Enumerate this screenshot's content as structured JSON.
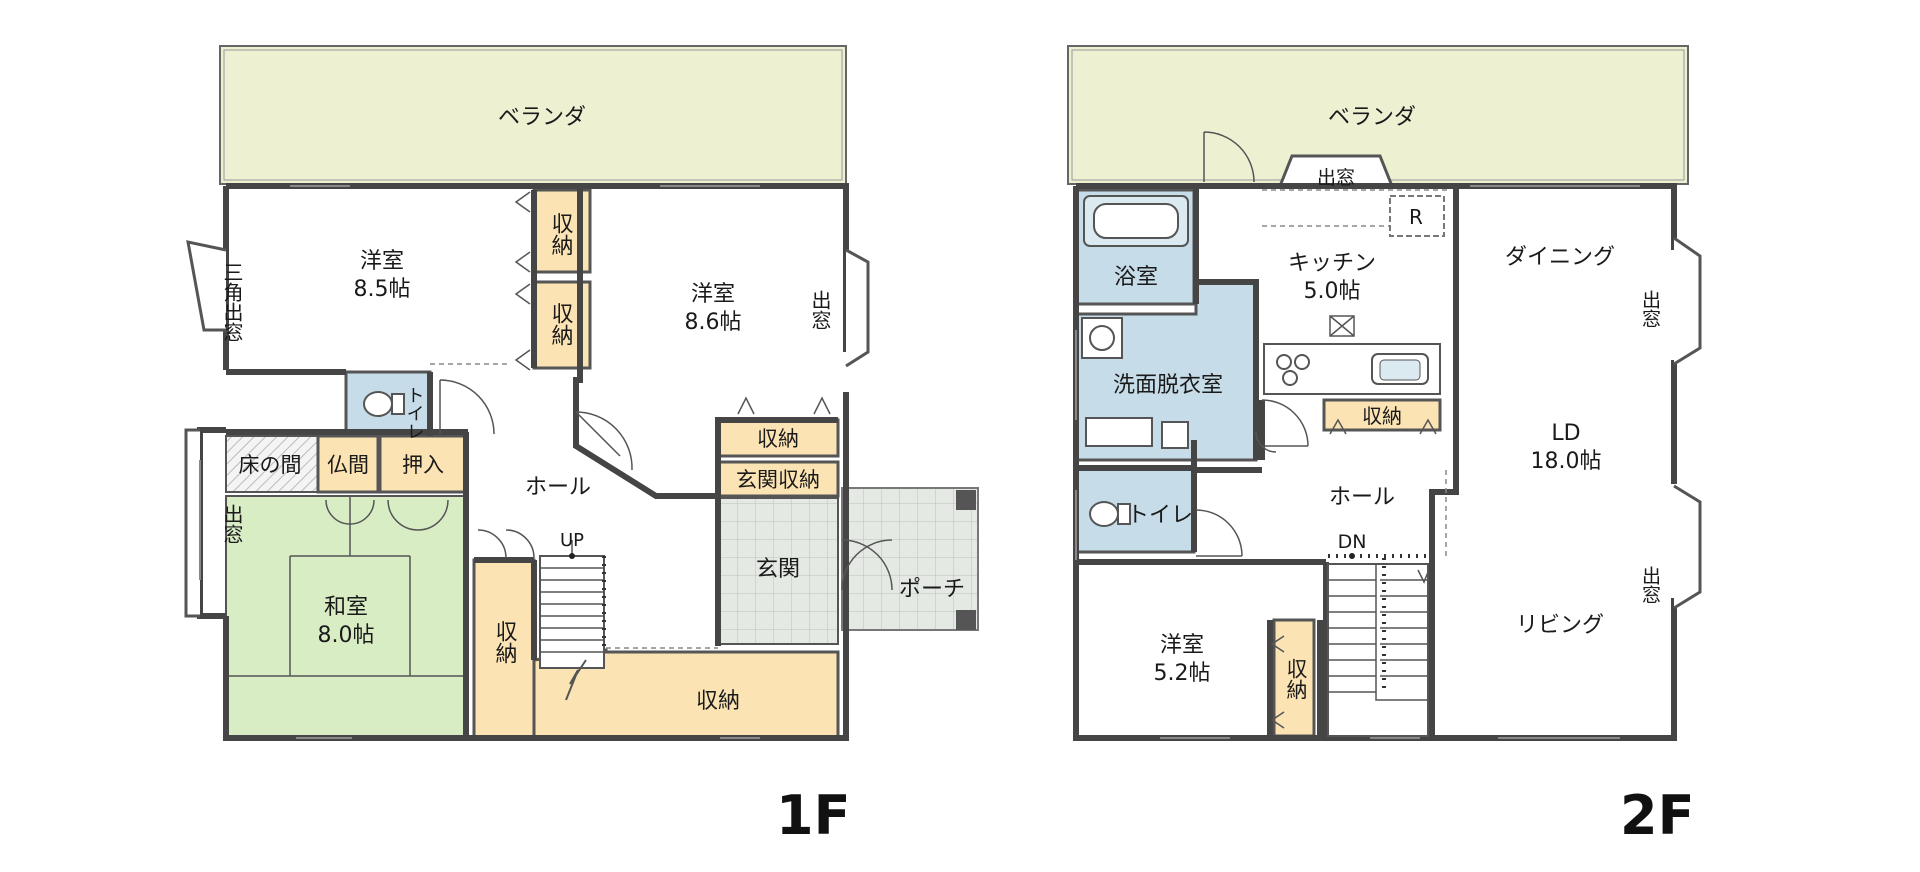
{
  "floor1": {
    "floor_label": "1F",
    "veranda": "ベランダ",
    "western_room_a": {
      "name": "洋室",
      "size": "8.5帖"
    },
    "western_room_b": {
      "name": "洋室",
      "size": "8.6帖"
    },
    "bay_window_triangle": "三角出窓",
    "bay_window_east": "出窓",
    "bay_window_west": "出窓",
    "storage_1": "収納",
    "storage_2": "収納",
    "storage_3": "収納",
    "storage_4": "収納",
    "storage_5": "収納",
    "entrance_storage": "玄関収納",
    "toilet": "トイレ",
    "tokonoma": "床の間",
    "butsuma": "仏間",
    "oshiire": "押入",
    "hall": "ホール",
    "stair_up": "UP",
    "japanese_room": {
      "name": "和室",
      "size": "8.0帖"
    },
    "entrance": "玄関",
    "porch": "ポーチ"
  },
  "floor2": {
    "floor_label": "2F",
    "veranda": "ベランダ",
    "bay_window_top": "出窓",
    "bath": "浴室",
    "refrigerator_mark": "R",
    "kitchen": {
      "name": "キッチン",
      "size": "5.0帖"
    },
    "dining": "ダイニング",
    "bay_window_east_1": "出窓",
    "bay_window_east_2": "出窓",
    "washroom": "洗面脱衣室",
    "storage_hall": "収納",
    "storage_room": "収納",
    "ld": {
      "name": "LD",
      "size": "18.0帖"
    },
    "toilet": "トイレ",
    "hall": "ホール",
    "stair_down": "DN",
    "western_room": {
      "name": "洋室",
      "size": "5.2帖"
    },
    "living": "リビング"
  },
  "colors": {
    "veranda": "#eef0d2",
    "storage": "#fbe3b4",
    "wet_area": "#c6dde9",
    "tatami": "#d9edc5",
    "entrance_tile": "#e4e9e4",
    "wall": "#454545"
  }
}
